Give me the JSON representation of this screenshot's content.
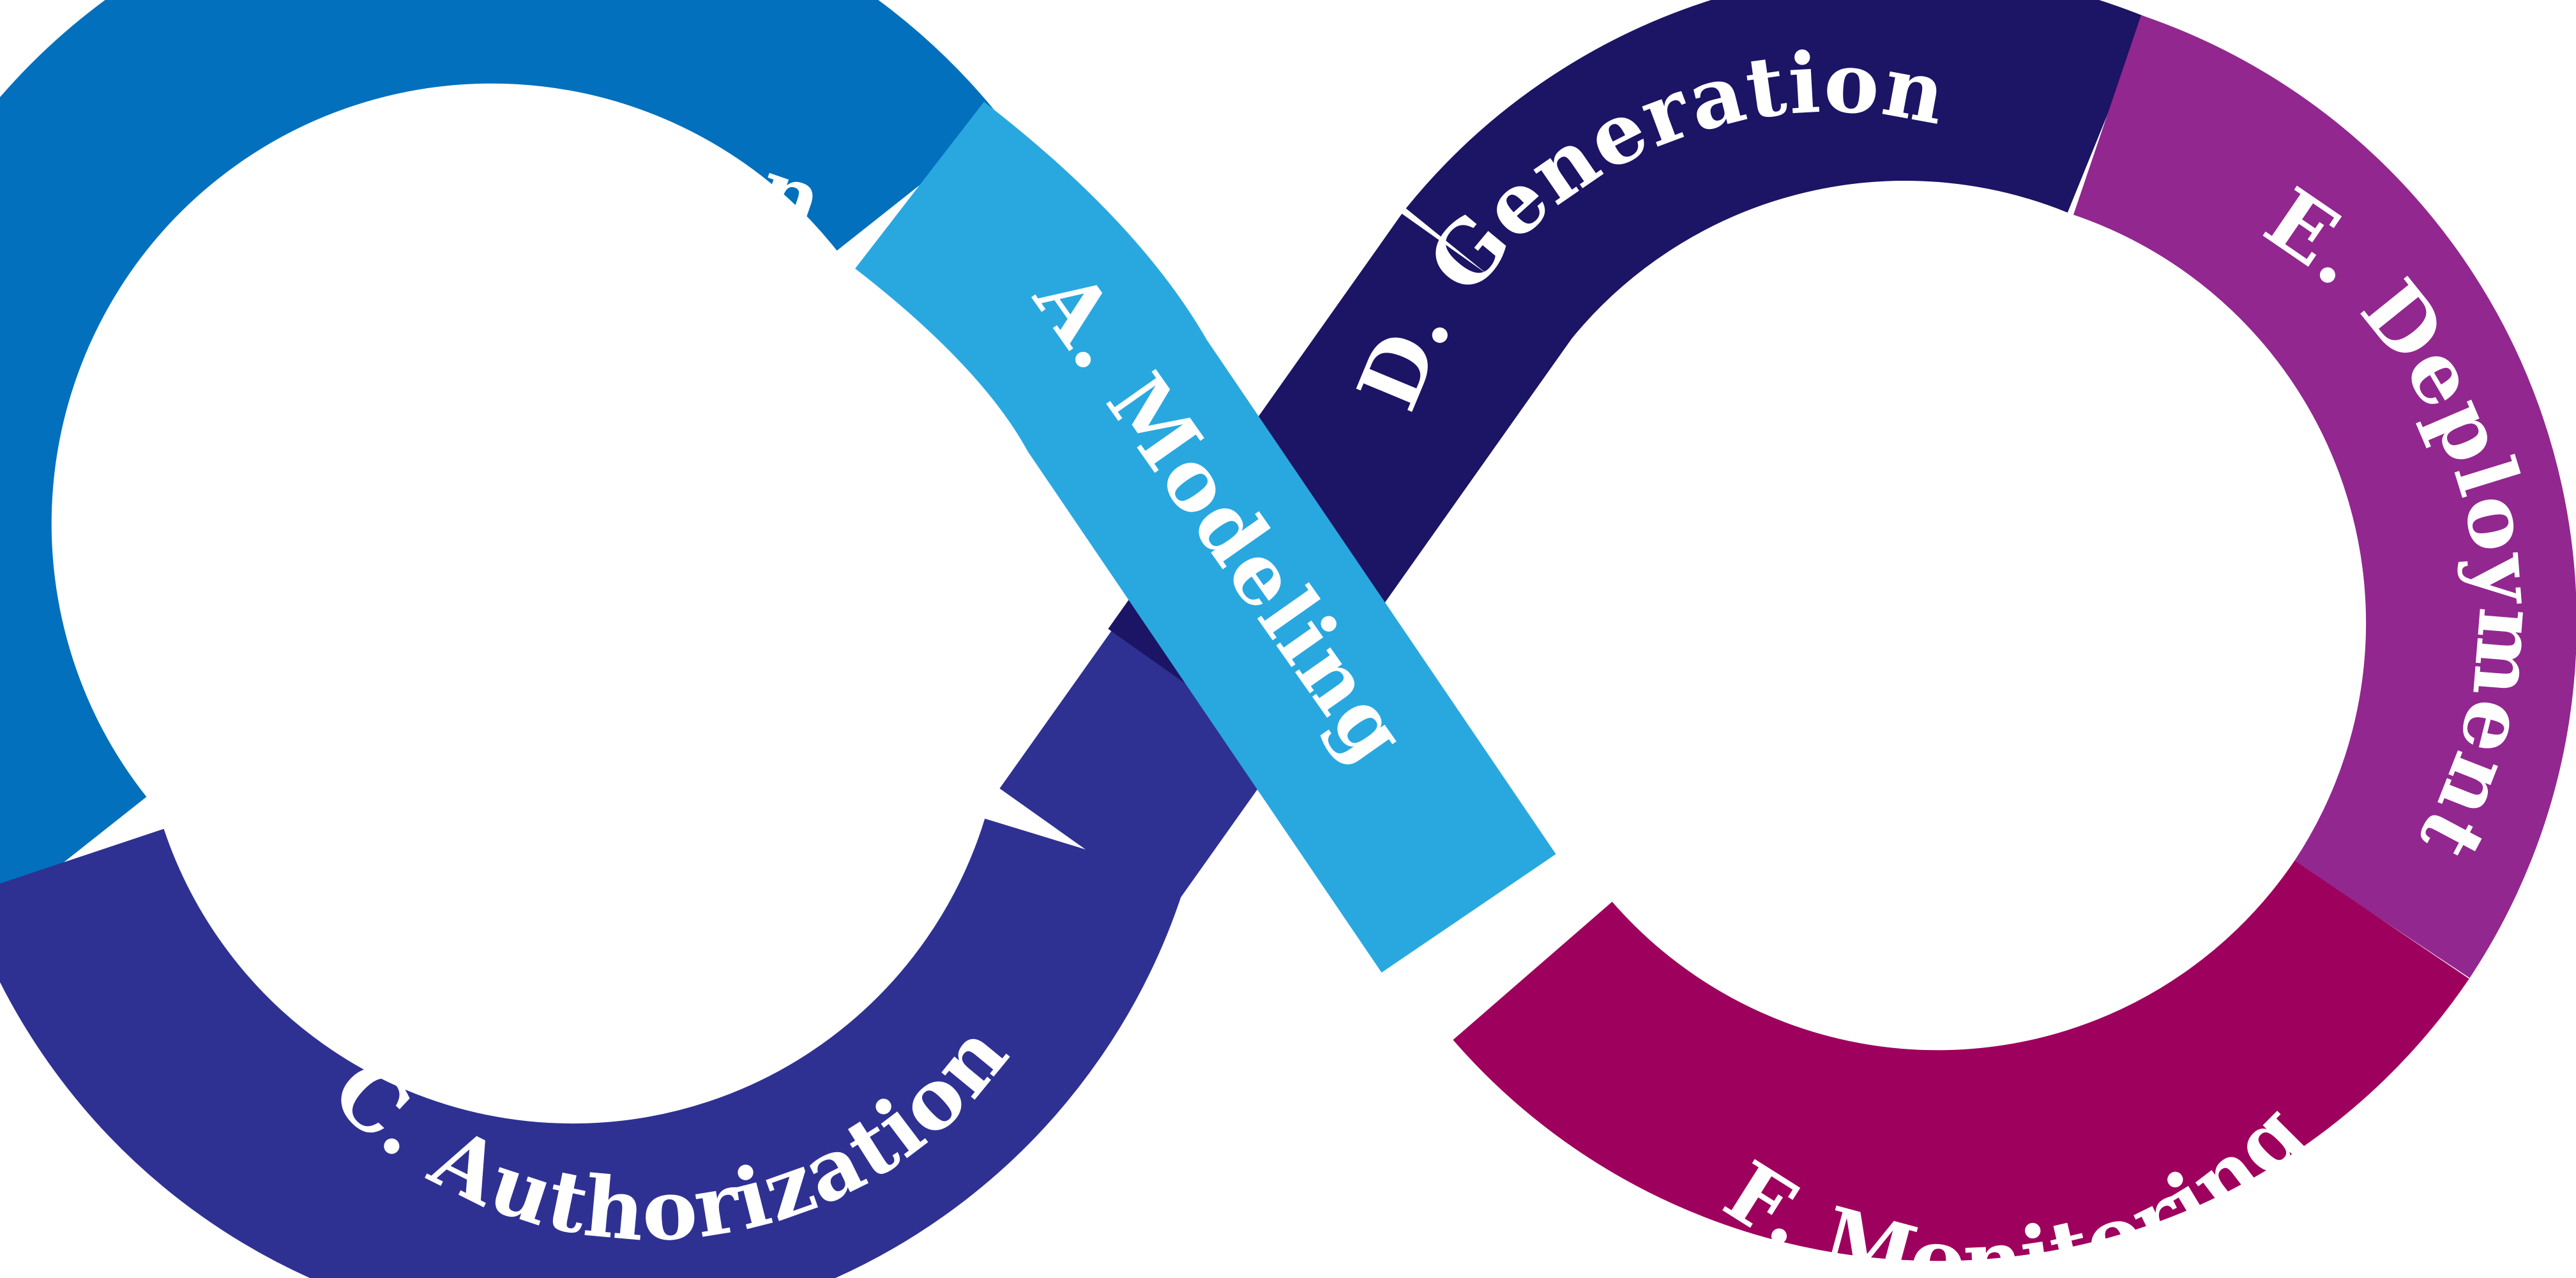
{
  "stages": [
    {
      "id": "modeling",
      "label": "A. Modeling",
      "color": "#29a8e0"
    },
    {
      "id": "authentication",
      "label": "B. Authentication",
      "color": "#0270bc"
    },
    {
      "id": "authorization",
      "label": "C. Authorization",
      "color": "#2e3192"
    },
    {
      "id": "generation",
      "label": "D. Generation",
      "color": "#1c1464"
    },
    {
      "id": "deployment",
      "label": "E. Deployment",
      "color": "#92278f"
    },
    {
      "id": "monitoring",
      "label": "F. Monitoring",
      "color": "#9e005d"
    }
  ]
}
